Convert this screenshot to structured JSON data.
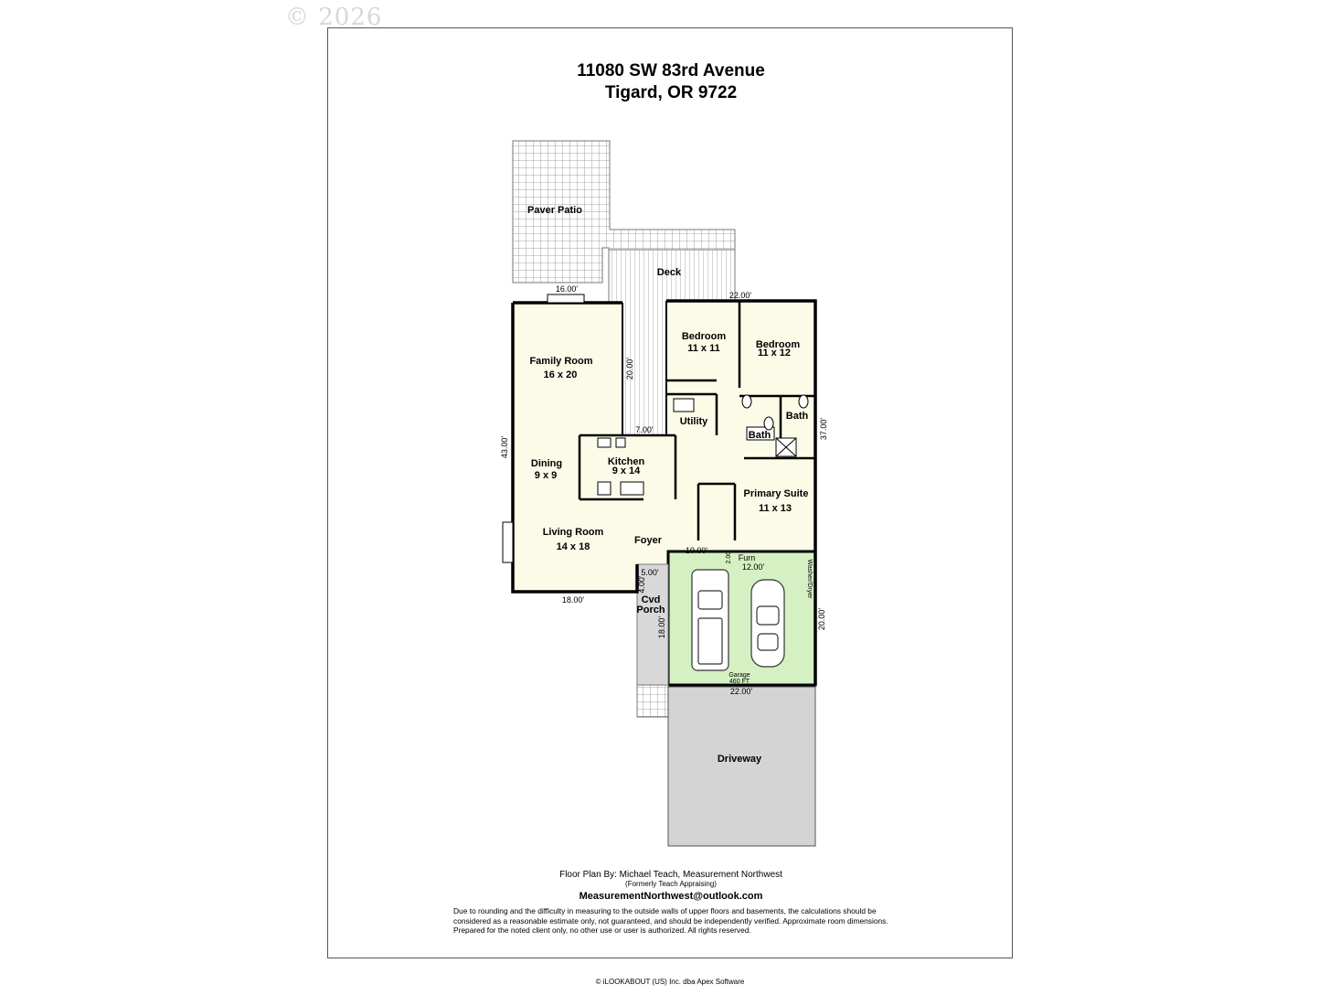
{
  "watermark": "© 2026",
  "header": {
    "address_line1": "11080 SW 83rd Avenue",
    "address_line2": "Tigard, OR 9722"
  },
  "rooms": {
    "paver_patio": "Paver Patio",
    "deck": "Deck",
    "bedroom1": {
      "name": "Bedroom",
      "size": "11 x 11"
    },
    "bedroom2": {
      "name": "Bedroom",
      "size": "11 x 12"
    },
    "family_room": {
      "name": "Family Room",
      "size": "16 x 20"
    },
    "utility": "Utility",
    "bath1": "Bath",
    "bath2": "Bath",
    "dining": {
      "name": "Dining",
      "size": "9 x 9"
    },
    "kitchen": {
      "name": "Kitchen",
      "size": "9 x 14"
    },
    "primary_suite": {
      "name": "Primary Suite",
      "size": "11 x 13"
    },
    "living_room": {
      "name": "Living Room",
      "size": "14 x 18"
    },
    "foyer": "Foyer",
    "cvd_porch": {
      "line1": "Cvd",
      "line2": "Porch"
    },
    "furn": "Furn",
    "washer_dryer": "Washer/Dryer",
    "garage": {
      "name": "Garage",
      "size": "460 FT"
    },
    "driveway": "Driveway"
  },
  "dimensions": {
    "d16": "16.00'",
    "d22_top": "22.00'",
    "d20_deck": "20.00'",
    "d7": "7.00'",
    "d43": "43.00'",
    "d37": "37.00'",
    "d18_bottom": "18.00'",
    "d10": "10.00'",
    "d2": "2.00'",
    "d12": "12.00'",
    "d5": "5.00'",
    "d4": "4.00'",
    "d18_porch": "18.00'",
    "d20_garage": "20.00'",
    "d22_bottom": "22.00'"
  },
  "credit": {
    "line1": "Floor Plan By: Michael Teach, Measurement Northwest",
    "line2": "(Formerly Teach Appraising)",
    "email": "MeasurementNorthwest@outlook.com",
    "disclaimer": "Due to rounding and the difficulty in measuring to the outside walls of upper floors and basements, the calculations should be considered as a reasonable estimate only, not guaranteed, and should be independently verified. Approximate room dimensions. Prepared for the noted client only, no other use or user is authorized. All rights reserved."
  },
  "footer": "© iLOOKABOUT (US) Inc. dba Apex Software",
  "colors": {
    "garage_fill": "#d5f0c2",
    "driveway_fill": "#d4d4d4",
    "porch_fill": "#d8d8d8",
    "room_fill": "#fbfbe8",
    "patio_grid": "#8a8a8a"
  }
}
